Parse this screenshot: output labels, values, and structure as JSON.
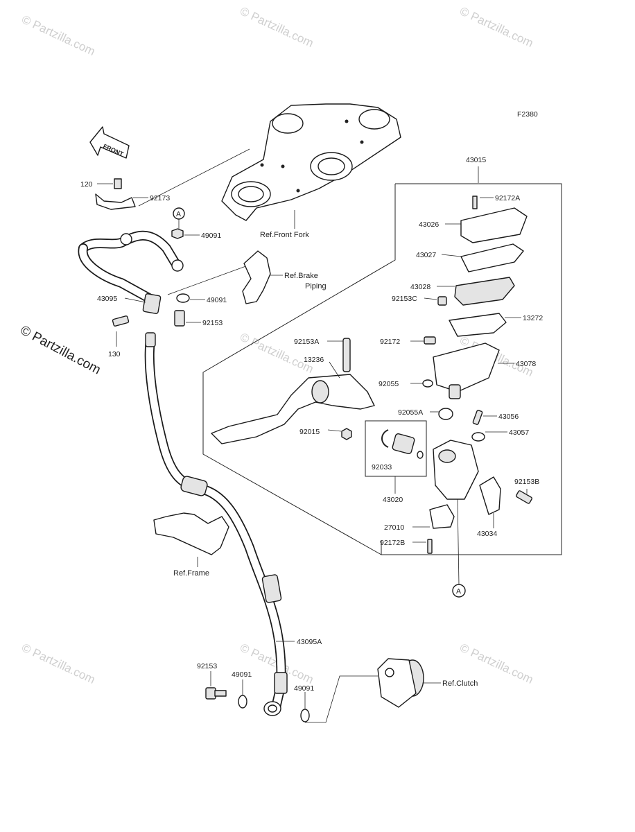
{
  "diagram_code": "F2380",
  "watermark": "© Partzilla.com",
  "side_watermark": "© Partzilla.com",
  "front_arrow_label": "FRONT",
  "parts": {
    "p43015": "43015",
    "p92172A": "92172A",
    "p43026": "43026",
    "p43027": "43027",
    "p43028": "43028",
    "p92153C": "92153C",
    "p13272": "13272",
    "p92172": "92172",
    "p43078": "43078",
    "p92055": "92055",
    "p92055A": "92055A",
    "p43056": "43056",
    "p43057": "43057",
    "p92153A": "92153A",
    "p13236": "13236",
    "p92015": "92015",
    "p92033": "92033",
    "p43020": "43020",
    "p92153B": "92153B",
    "p27010": "27010",
    "p43034": "43034",
    "p92172B": "92172B",
    "p120": "120",
    "p92173": "92173",
    "p49091_a": "49091",
    "p49091_b": "49091",
    "p43095": "43095",
    "p92153_a": "92153",
    "p130": "130",
    "p43095A": "43095A",
    "p92153_b": "92153",
    "p49091_c": "49091",
    "p49091_d": "49091"
  },
  "refs": {
    "front_fork": "Ref.Front Fork",
    "brake_piping_1": "Ref.Brake",
    "brake_piping_2": "Piping",
    "frame": "Ref.Frame",
    "clutch": "Ref.Clutch"
  },
  "callout_a": "A"
}
